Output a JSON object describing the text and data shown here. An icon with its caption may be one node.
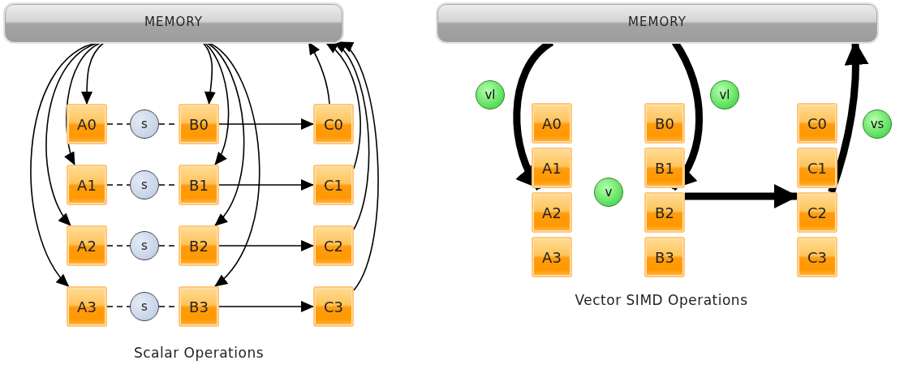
{
  "diagram": {
    "nodes": [
      {
        "text": [
          "MEMORY"
        ]
      },
      {
        "text": [
          "A0"
        ]
      },
      {
        "text": [
          "s"
        ]
      },
      {
        "text": [
          "B0"
        ]
      },
      {
        "text": [
          "C0"
        ]
      },
      {
        "text": [
          "A1"
        ]
      },
      {
        "text": [
          "s"
        ]
      },
      {
        "text": [
          "B1"
        ]
      },
      {
        "text": [
          "C1"
        ]
      },
      {
        "text": [
          "A2"
        ]
      },
      {
        "text": [
          "s"
        ]
      },
      {
        "text": [
          "B2"
        ]
      },
      {
        "text": [
          "C2"
        ]
      },
      {
        "text": [
          "A3"
        ]
      },
      {
        "text": [
          "s"
        ]
      },
      {
        "text": [
          "B3"
        ]
      },
      {
        "text": [
          "C3"
        ]
      },
      {
        "text": [
          "MEMORY"
        ]
      },
      {
        "text": [
          "A0"
        ]
      },
      {
        "text": [
          "A1"
        ]
      },
      {
        "text": [
          "A2"
        ]
      },
      {
        "text": [
          "A3"
        ]
      },
      {
        "text": [
          "B0"
        ]
      },
      {
        "text": [
          "B1"
        ]
      },
      {
        "text": [
          "B2"
        ]
      },
      {
        "text": [
          "B3"
        ]
      },
      {
        "text": [
          "C0"
        ]
      },
      {
        "text": [
          "C1"
        ]
      },
      {
        "text": [
          "C2"
        ]
      },
      {
        "text": [
          "C3"
        ]
      },
      {
        "text": [
          "vl"
        ]
      },
      {
        "text": [
          "vl"
        ]
      },
      {
        "text": [
          "v"
        ]
      },
      {
        "text": [
          "vs"
        ]
      }
    ],
    "edges": [
      {
        "from": 0,
        "to": 1,
        "arrow": "to"
      },
      {
        "from": 0,
        "to": 5,
        "arrow": "to"
      },
      {
        "from": 0,
        "to": 9,
        "arrow": "to"
      },
      {
        "from": 0,
        "to": 13,
        "arrow": "to"
      },
      {
        "from": 0,
        "to": 3,
        "arrow": "to"
      },
      {
        "from": 0,
        "to": 7,
        "arrow": "to"
      },
      {
        "from": 0,
        "to": 11,
        "arrow": "to"
      },
      {
        "from": 0,
        "to": 15,
        "arrow": "to"
      },
      {
        "from": 1,
        "to": 2,
        "arrow": "none",
        "style": "dashed"
      },
      {
        "from": 5,
        "to": 6,
        "arrow": "none",
        "style": "dashed"
      },
      {
        "from": 9,
        "to": 10,
        "arrow": "none",
        "style": "dashed"
      },
      {
        "from": 13,
        "to": 14,
        "arrow": "none",
        "style": "dashed"
      },
      {
        "from": 2,
        "to": 3,
        "arrow": "none",
        "style": "dashed"
      },
      {
        "from": 6,
        "to": 7,
        "arrow": "none",
        "style": "dashed"
      },
      {
        "from": 10,
        "to": 11,
        "arrow": "none",
        "style": "dashed"
      },
      {
        "from": 14,
        "to": 15,
        "arrow": "none",
        "style": "dashed"
      },
      {
        "from": 3,
        "to": 4,
        "arrow": "to"
      },
      {
        "from": 7,
        "to": 8,
        "arrow": "to"
      },
      {
        "from": 11,
        "to": 12,
        "arrow": "to"
      },
      {
        "from": 15,
        "to": 16,
        "arrow": "to"
      },
      {
        "from": 4,
        "to": 0,
        "arrow": "to"
      },
      {
        "from": 8,
        "to": 0,
        "arrow": "to"
      },
      {
        "from": 12,
        "to": 0,
        "arrow": "to"
      },
      {
        "from": 16,
        "to": 0,
        "arrow": "to"
      },
      {
        "from": 17,
        "to": 19,
        "arrow": "to",
        "style": "thick"
      },
      {
        "from": 17,
        "to": 23,
        "arrow": "to",
        "style": "thick"
      },
      {
        "from": 24,
        "to": 28,
        "arrow": "to",
        "style": "thick"
      },
      {
        "from": 28,
        "to": 17,
        "arrow": "to",
        "style": "thick"
      }
    ],
    "labels": [
      "Scalar Operations",
      "Vector SIMD Operations"
    ]
  }
}
